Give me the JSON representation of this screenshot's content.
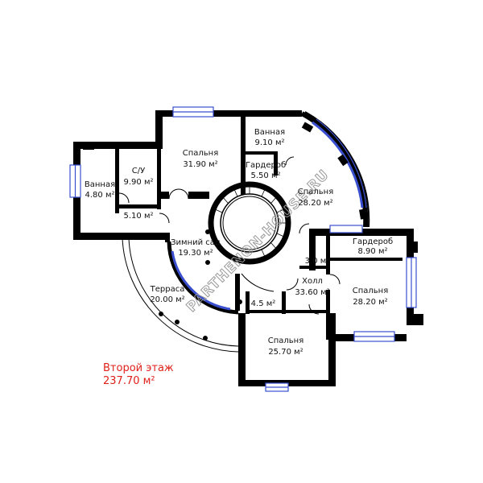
{
  "rooms": [
    {
      "id": "bath-left",
      "name": "Ванная",
      "area": "4.80 м²"
    },
    {
      "id": "wc",
      "name": "С/У",
      "area": "9.90 м²"
    },
    {
      "id": "hall-small",
      "name": "",
      "area": "5.10 м²"
    },
    {
      "id": "bedroom-top",
      "name": "Спальня",
      "area": "31.90 м²"
    },
    {
      "id": "bath-top",
      "name": "Ванная",
      "area": "9.10 м²"
    },
    {
      "id": "wardrobe-top",
      "name": "Гардероб",
      "area": "5.50 м²"
    },
    {
      "id": "bedroom-right-top",
      "name": "Спальня",
      "area": "28.20 м²"
    },
    {
      "id": "winter-garden",
      "name": "Зимний сад",
      "area": "19.30 м²"
    },
    {
      "id": "wardrobe-right",
      "name": "Гардероб",
      "area": "8.90 м²"
    },
    {
      "id": "closet-3",
      "name": "",
      "area": "3.0 м²"
    },
    {
      "id": "hall-main",
      "name": "Холл",
      "area": "33.60 м²"
    },
    {
      "id": "bedroom-right",
      "name": "Спальня",
      "area": "28.20 м²"
    },
    {
      "id": "terrace",
      "name": "Терраса",
      "area": "20.00 м²"
    },
    {
      "id": "closet-45",
      "name": "",
      "area": "4.5 м²"
    },
    {
      "id": "bedroom-bottom",
      "name": "Спальня",
      "area": "25.70 м²"
    }
  ],
  "floor": {
    "title": "Второй этаж",
    "area": "237.70 м²",
    "color": "#e0201a"
  },
  "watermark": "PARTHENON-HOUSE.RU",
  "colors": {
    "wall": "#000000",
    "window": "#3a4fd0",
    "text": "#111111"
  }
}
